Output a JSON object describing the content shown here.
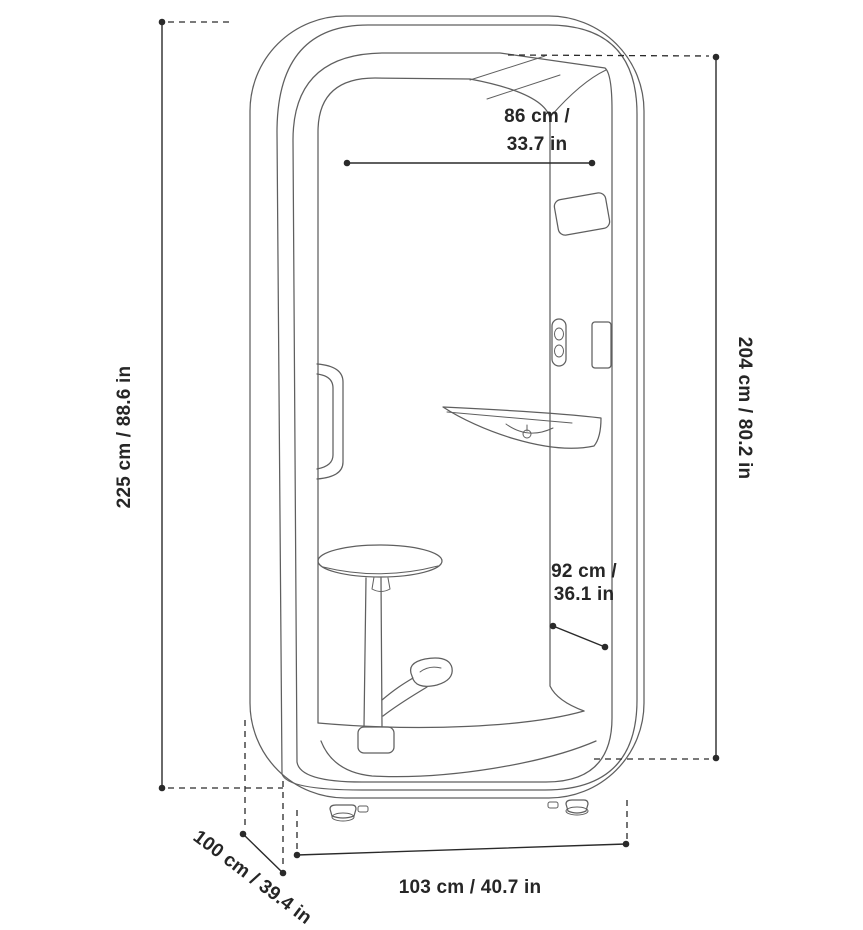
{
  "diagram": {
    "type": "product-dimension-drawing",
    "subject": "office phone booth with stool and wall table",
    "dimensions": {
      "exterior_height": {
        "label": "225 cm / 88.6 in",
        "orientation": "vertical-left"
      },
      "interior_width_top": {
        "line1": "86 cm /",
        "line2": "33.7 in",
        "orientation": "horizontal-top"
      },
      "interior_height": {
        "label": "204 cm / 80.2 in",
        "orientation": "vertical-right"
      },
      "interior_width_lower": {
        "line1": "92 cm /",
        "line2": "36.1 in",
        "orientation": "diagonal-interior"
      },
      "exterior_depth": {
        "label": "100 cm / 39.4 in",
        "orientation": "diagonal-bottom-left"
      },
      "exterior_width": {
        "label": "103 cm / 40.7 in",
        "orientation": "horizontal-bottom"
      }
    },
    "colors": {
      "background": "#ffffff",
      "artwork_line": "#5f5f5f",
      "dimension_line": "#2a2a2a",
      "text": "#262626"
    }
  }
}
